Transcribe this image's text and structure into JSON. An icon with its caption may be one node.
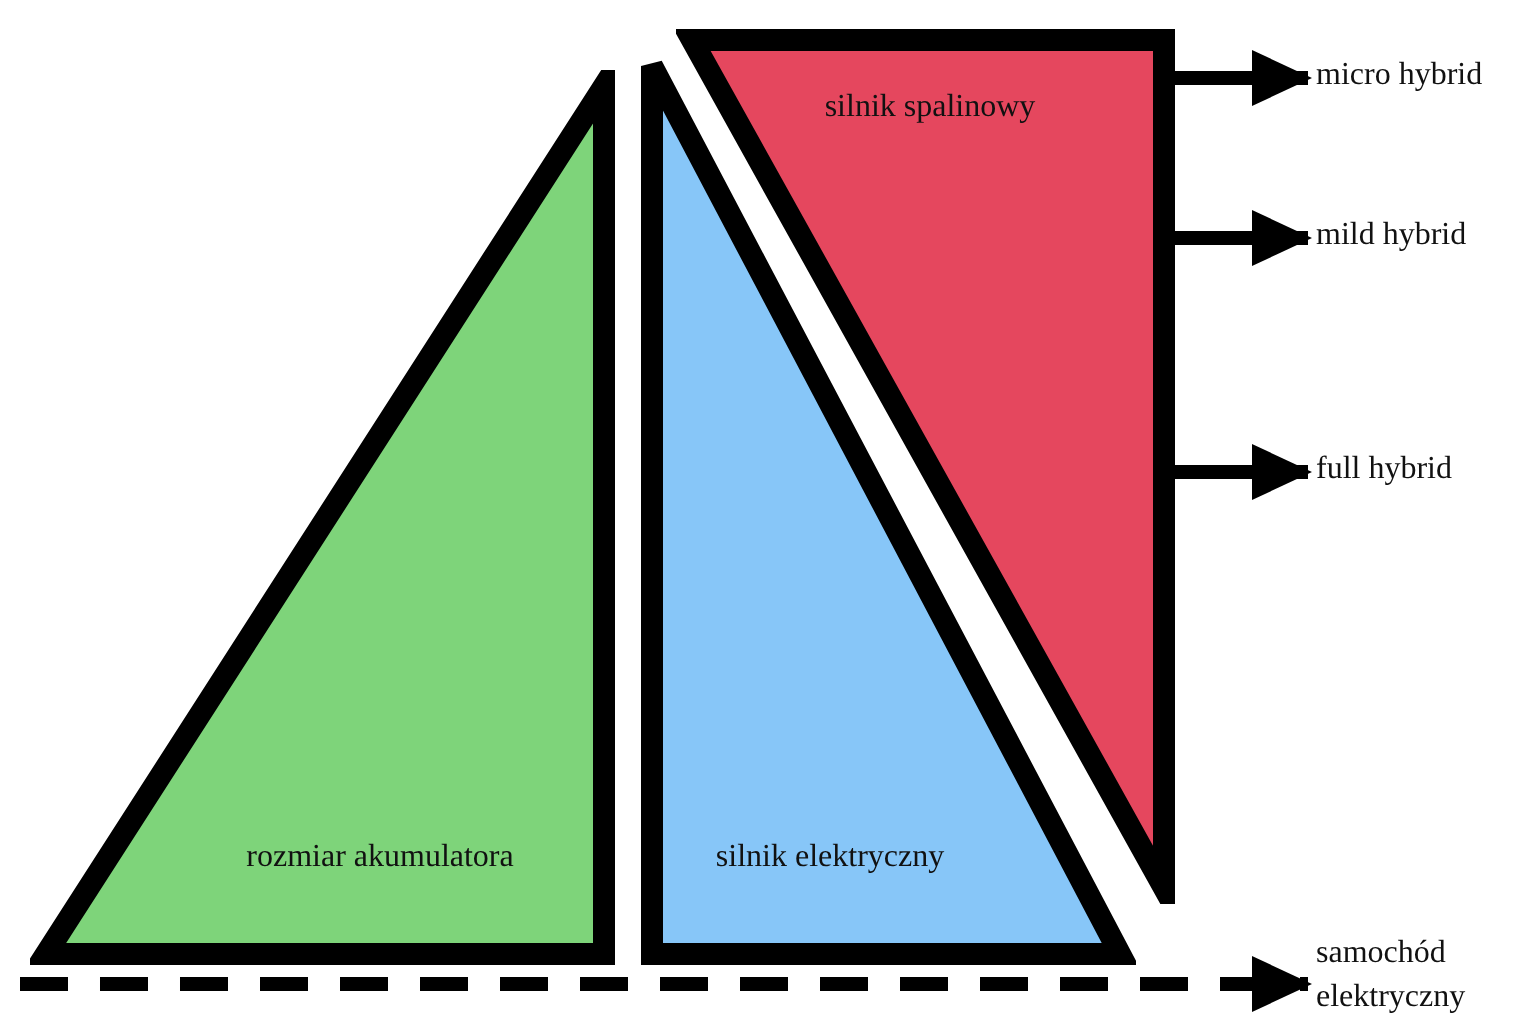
{
  "diagram": {
    "nodes": [
      {
        "text": [
          "rozmiar akumulatora"
        ]
      },
      {
        "text": [
          "silnik elektryczny"
        ]
      },
      {
        "text": [
          "silnik spalinowy"
        ]
      },
      {
        "text": [
          "micro hybrid"
        ]
      },
      {
        "text": [
          "mild hybrid"
        ]
      },
      {
        "text": [
          "full hybrid"
        ]
      },
      {
        "text": [
          "samochód elektryczny"
        ]
      }
    ],
    "edges": [
      {
        "from": 2,
        "to": 3,
        "arrow": "to"
      },
      {
        "from": 2,
        "to": 4,
        "arrow": "to"
      },
      {
        "from": 2,
        "to": 5,
        "arrow": "to"
      },
      {
        "from": null,
        "to": 6,
        "arrow": "to",
        "style": "dashed"
      }
    ]
  }
}
